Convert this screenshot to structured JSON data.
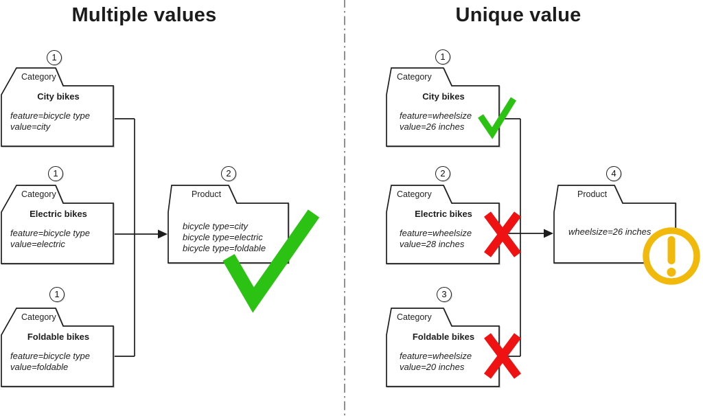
{
  "left_panel": {
    "title": "Multiple values",
    "categories": [
      {
        "badge": "1",
        "tab": "Category",
        "name": "City bikes",
        "line1": "feature=bicycle type",
        "line2": "value=city"
      },
      {
        "badge": "1",
        "tab": "Category",
        "name": "Electric bikes",
        "line1": "feature=bicycle type",
        "line2": "value=electric"
      },
      {
        "badge": "1",
        "tab": "Category",
        "name": "Foldable bikes",
        "line1": "feature=bicycle type",
        "line2": "value=foldable"
      }
    ],
    "product": {
      "badge": "2",
      "tab": "Product",
      "lines": [
        "bicycle type=city",
        "bicycle type=electric",
        "bicycle type=foldable"
      ]
    },
    "result_icon": "green-check"
  },
  "right_panel": {
    "title": "Unique value",
    "categories": [
      {
        "badge": "1",
        "tab": "Category",
        "name": "City bikes",
        "line1": "feature=wheelsize",
        "line2": "value=26 inches",
        "mark": "green-check"
      },
      {
        "badge": "2",
        "tab": "Category",
        "name": "Electric bikes",
        "line1": "feature=wheelsize",
        "line2": "value=28 inches",
        "mark": "red-cross"
      },
      {
        "badge": "3",
        "tab": "Category",
        "name": "Foldable bikes",
        "line1": "feature=wheelsize",
        "line2": "value=20 inches",
        "mark": "red-cross"
      }
    ],
    "product": {
      "badge": "4",
      "tab": "Product",
      "lines": [
        "wheelsize=26 inches"
      ],
      "status_icon": "warning-exclamation"
    }
  },
  "colors": {
    "check_green": "#2CC214",
    "cross_red": "#EE1212",
    "warning_yellow": "#F2B90D",
    "outline": "#1D1D1D",
    "divider_gray": "#8F8F8F"
  }
}
